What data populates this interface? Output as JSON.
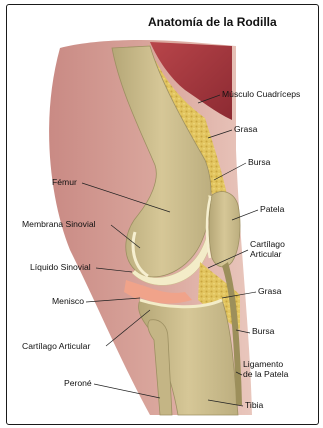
{
  "title": "Anatomía de la Rodilla",
  "labels": {
    "musculo": "Músculo Cuadríceps",
    "grasa_top": "Grasa",
    "bursa_top": "Bursa",
    "femur": "Fémur",
    "patela": "Patela",
    "membrana": "Membrana Sinovial",
    "cartilago_r1": "Cartílago",
    "cartilago_r2": "Articular",
    "liquido": "Líquido Sinovial",
    "grasa_mid": "Grasa",
    "menisco": "Menisco",
    "cartilago_left": "Cartílago Articular",
    "bursa_bottom": "Bursa",
    "ligamento1": "Ligamento",
    "ligamento2": "de la Patela",
    "perone": "Peroné",
    "tibia": "Tibia"
  },
  "colors": {
    "skin": "#d9a79a",
    "muscle": "#a8353c",
    "bone": "#c9b98a",
    "fat": "#e0c35a",
    "cartilage": "#f3ecc8",
    "meniscus": "#f0a38a"
  }
}
